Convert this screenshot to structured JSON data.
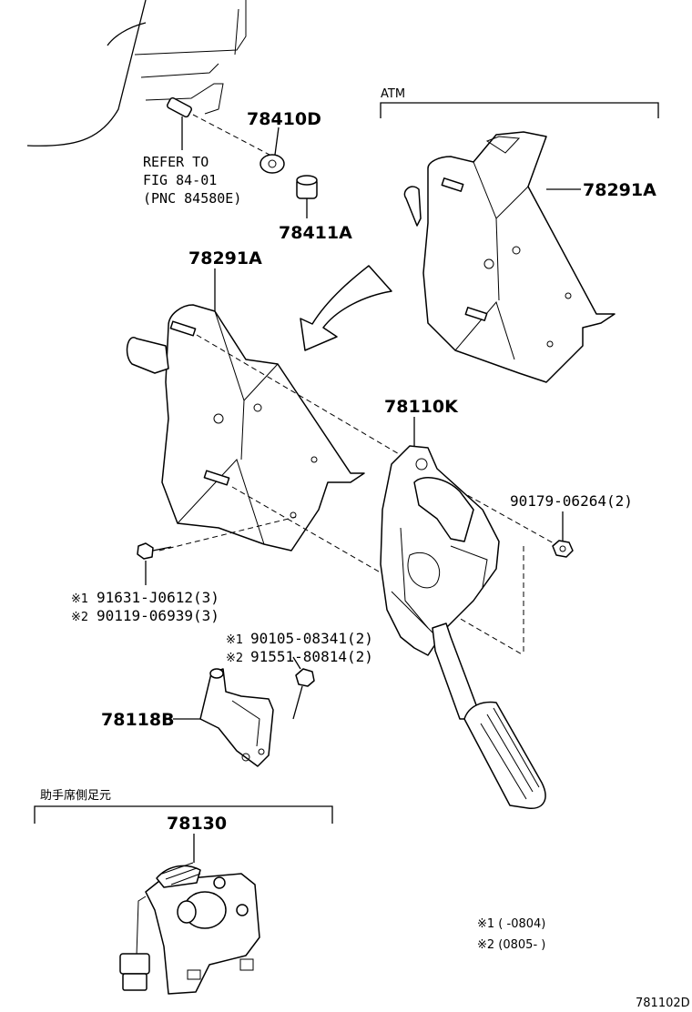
{
  "labels": {
    "atm": "ATM",
    "p78291a_top": "78291A",
    "p78410d": "78410D",
    "p78411a": "78411A",
    "refer1": "REFER TO",
    "refer2": "FIG 84-01",
    "refer3": "(PNC 84580E)",
    "p78291a_mid": "78291A",
    "p78110k": "78110K",
    "p90179": "90179-06264(2)",
    "bolt1_mark": "※1",
    "bolt1": "91631-J0612(3)",
    "bolt2_mark": "※2",
    "bolt2": "90119-06939(3)",
    "scr1_mark": "※1",
    "scr1": "90105-08341(2)",
    "scr2_mark": "※2",
    "scr2": "91551-80814(2)",
    "p78118b": "78118B",
    "jp_heading": "助手席側足元",
    "p78130": "78130",
    "note1": "※1 (      -0804)",
    "note2": "※2 (0805-      )",
    "fig_id": "781102D"
  }
}
